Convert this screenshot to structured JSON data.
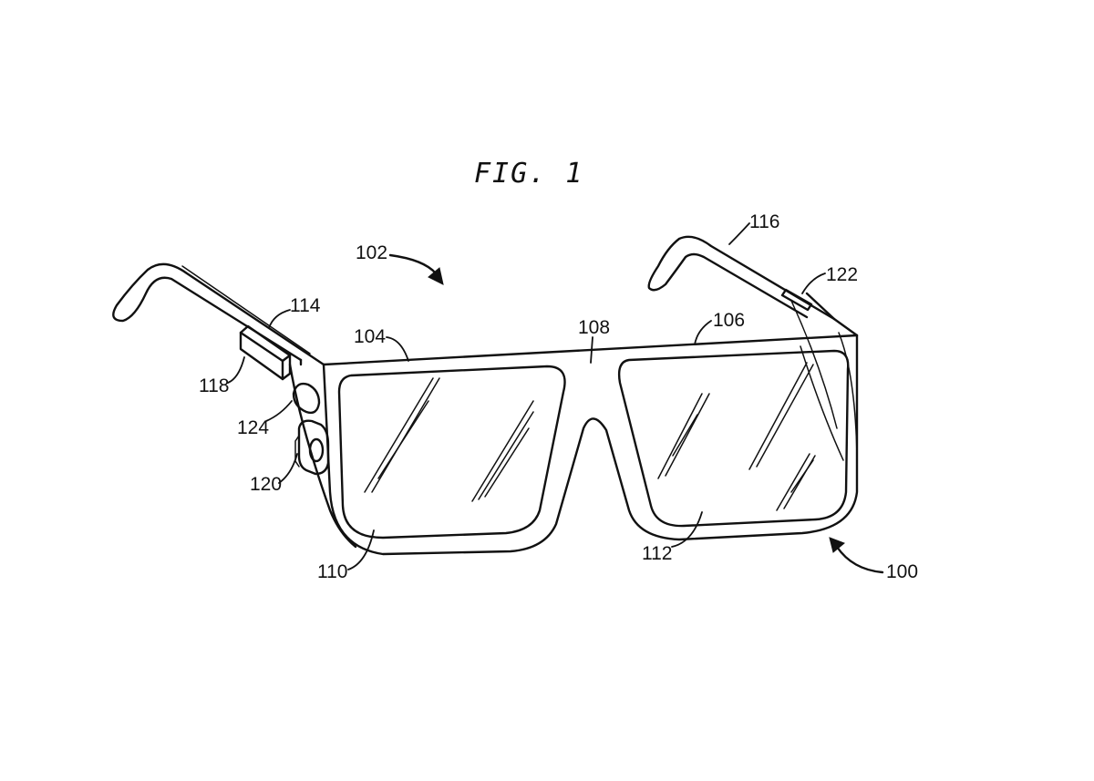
{
  "figure": {
    "title": "FIG. 1"
  },
  "labels": {
    "ref_100": "100",
    "ref_102": "102",
    "ref_104": "104",
    "ref_106": "106",
    "ref_108": "108",
    "ref_110": "110",
    "ref_112": "112",
    "ref_114": "114",
    "ref_116": "116",
    "ref_118": "118",
    "ref_120": "120",
    "ref_122": "122",
    "ref_124": "124"
  }
}
